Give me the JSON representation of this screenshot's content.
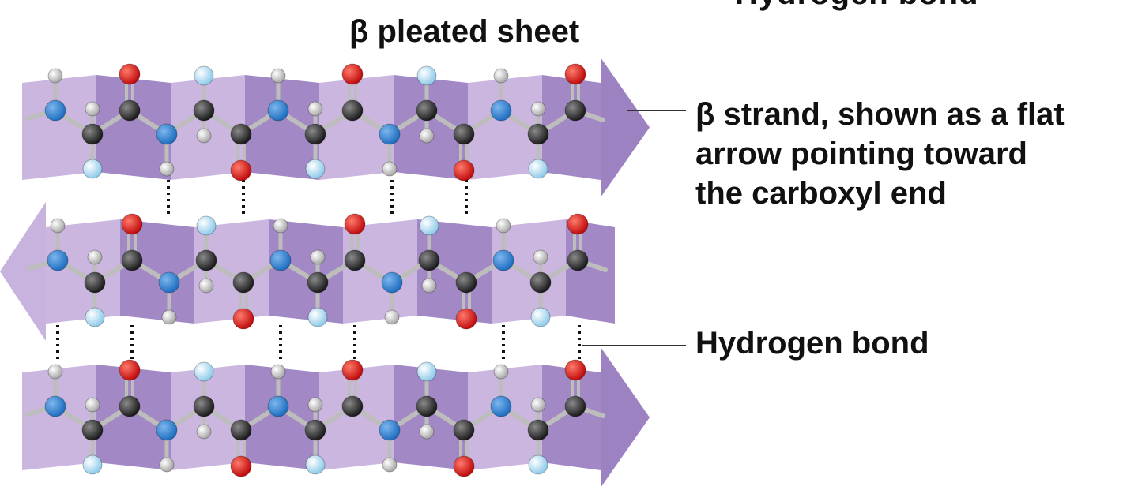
{
  "diagram": {
    "top_partial_text": "Hydrogen bond",
    "title": "β pleated sheet",
    "strand_label_lines": [
      "β strand, shown as a flat",
      "arrow pointing  toward",
      "the  carboxyl  end"
    ],
    "hbond_label": "Hydrogen  bond",
    "strands": [
      {
        "direction": "right"
      },
      {
        "direction": "left"
      },
      {
        "direction": "right"
      }
    ],
    "colors": {
      "ribbon_light": "#c8b2de",
      "ribbon_dark": "#9d82c1",
      "carbon": "#2a2a2a",
      "nitrogen": "#1f6fc0",
      "oxygen": "#d01414",
      "hydrogen": "#e4e4e4",
      "side_chain": "#bfe3f5"
    }
  }
}
